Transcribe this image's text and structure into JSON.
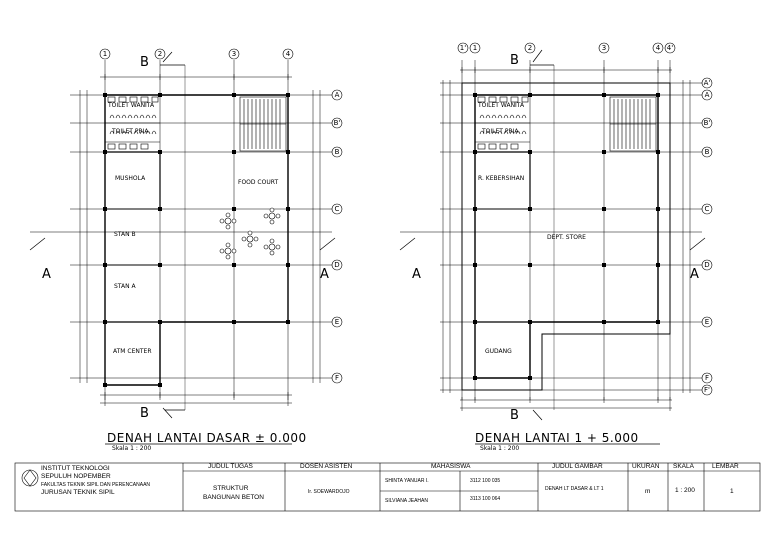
{
  "plan_left": {
    "title": "DENAH LANTAI DASAR ± 0.000",
    "scale": "Skala 1 : 200",
    "rooms": {
      "toilet_wanita": "TOILET WANITA",
      "toilet_pria": "TOILET PRIA",
      "mushola": "MUSHOLA",
      "food_court": "FOOD COURT",
      "stan_b": "STAN B",
      "stan_a": "STAN A",
      "atm": "ATM CENTER"
    },
    "grid_cols": [
      "1",
      "2",
      "3",
      "4"
    ],
    "grid_rows": [
      "A",
      "B'",
      "B",
      "C",
      "D",
      "E",
      "F"
    ],
    "section_labels": {
      "b_top": "B",
      "b_bot": "B",
      "a_left": "A",
      "a_right": "A"
    }
  },
  "plan_right": {
    "title": "DENAH LANTAI 1 + 5.000",
    "scale": "Skala 1 : 200",
    "rooms": {
      "toilet_wanita": "TOILET WANITA",
      "toilet_pria": "TOILET PRIA",
      "kebersihan": "R. KEBERSIHAN",
      "dept_store": "DEPT. STORE",
      "gudang": "GUDANG"
    },
    "grid_cols": [
      "1'",
      "1",
      "2",
      "3",
      "4",
      "4'"
    ],
    "grid_rows": [
      "A'",
      "A",
      "B'",
      "B",
      "C",
      "D",
      "E",
      "F",
      "F'"
    ],
    "section_labels": {
      "b_top": "B",
      "b_bot": "B",
      "a_left": "A",
      "a_right": "A"
    }
  },
  "title_block": {
    "institution": {
      "line1": "INSTITUT TEKNOLOGI",
      "line2": "SEPULUH NOPEMBER",
      "line3": "FAKULTAS TEKNIK SIPIL DAN PERENCANAAN",
      "line4": "JURUSAN TEKNIK SIPIL"
    },
    "headers": {
      "judul_tugas": "JUDUL TUGAS",
      "dosen": "DOSEN ASISTEN",
      "mahasiswa": "MAHASISWA",
      "judul_gambar": "JUDUL GAMBAR",
      "ukuran": "UKURAN",
      "skala": "SKALA",
      "lembar": "LEMBAR"
    },
    "values": {
      "judul_tugas_1": "STRUKTUR",
      "judul_tugas_2": "BANGUNAN BETON",
      "dosen": "Ir. SOEWARDOJO",
      "student1_name": "SHINTA YANUAR I.",
      "student1_nrp": "3112 100 035",
      "student2_name": "SILVIANA JEAHAN",
      "student2_nrp": "3113 100 064",
      "judul_gambar": "DENAH LT DASAR & LT 1",
      "ukuran": "m",
      "skala": "1 : 200",
      "lembar": "1"
    }
  }
}
